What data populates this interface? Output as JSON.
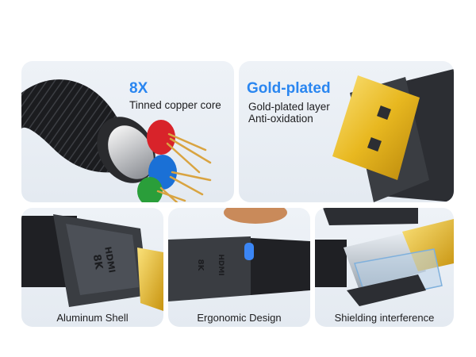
{
  "features": [
    {
      "headline": "8X",
      "lines": [
        "Tinned copper core"
      ]
    },
    {
      "headline": "Gold-plated",
      "lines": [
        "Gold-plated layer",
        "Anti-oxidation"
      ]
    },
    {
      "caption": "Aluminum Shell"
    },
    {
      "caption": "Ergonomic Design"
    },
    {
      "caption": "Shielding interference"
    }
  ],
  "connector_marks": {
    "brand": "HDMI",
    "spec": "8K"
  },
  "colors": {
    "accent": "#2a86f0",
    "gold": "#e8b820",
    "shell": "#3a3d42"
  }
}
